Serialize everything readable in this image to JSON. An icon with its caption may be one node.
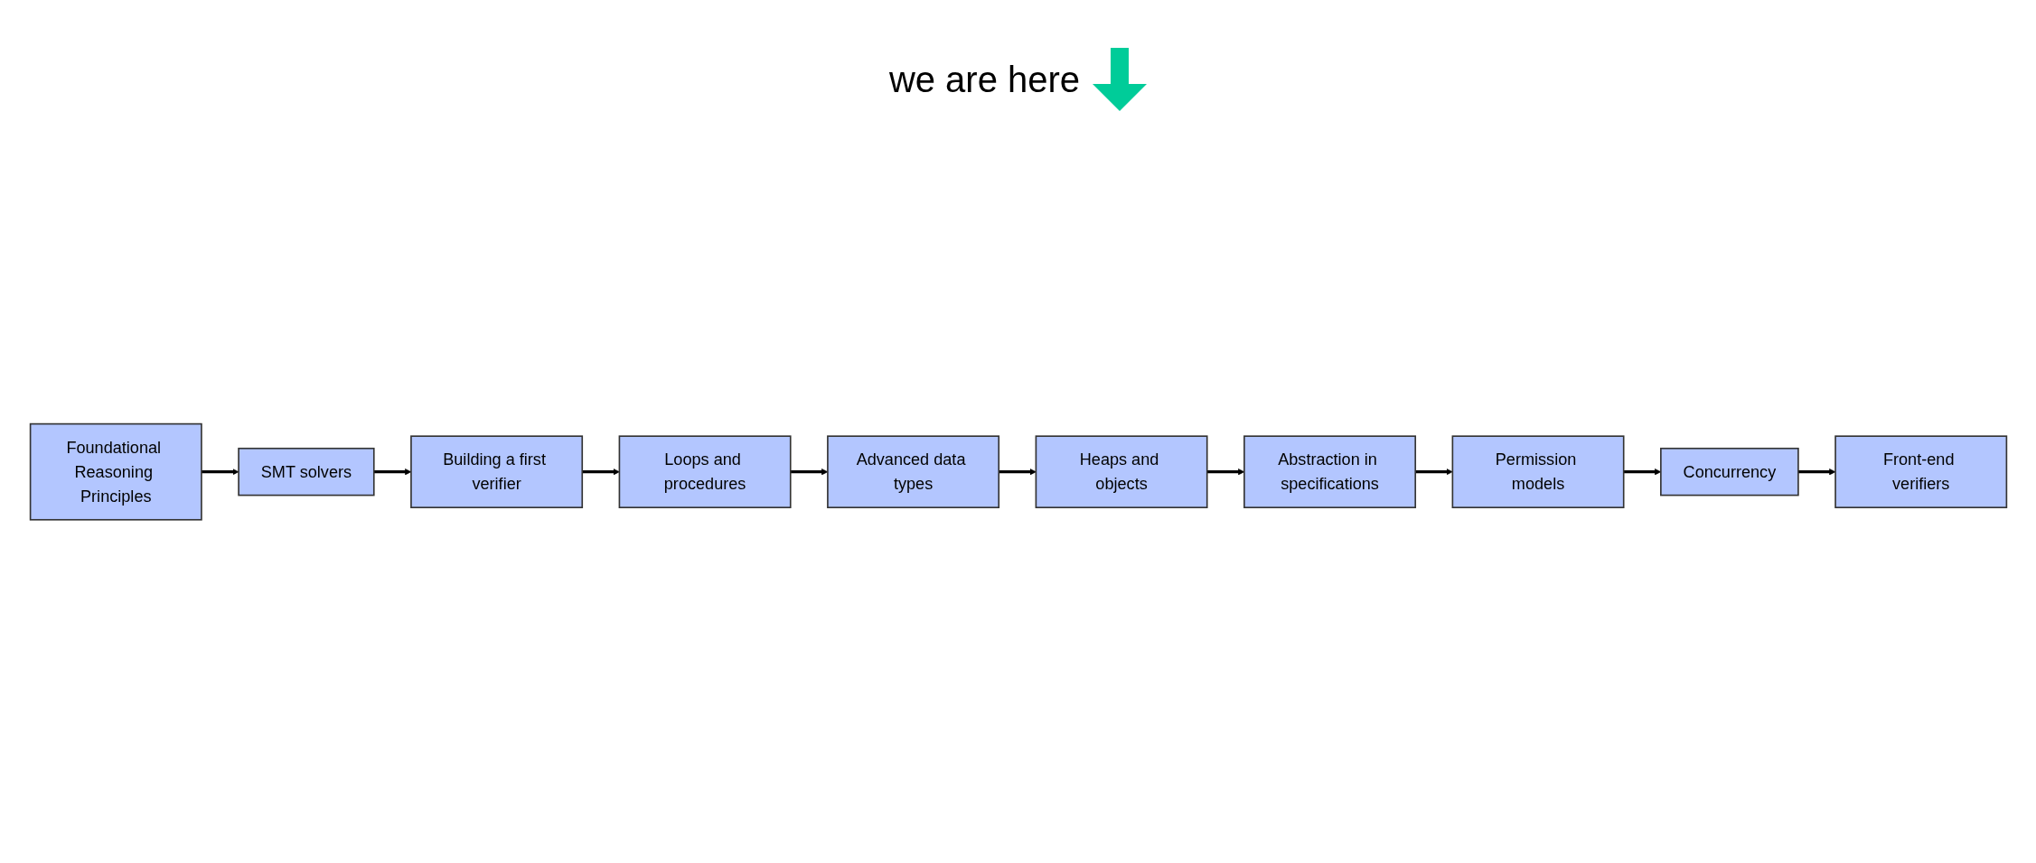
{
  "diagram": {
    "nodes": [
      {
        "text": [
          "Foundational Reasoning Principles"
        ]
      },
      {
        "text": [
          "SMT solvers"
        ]
      },
      {
        "text": [
          "Building a first verifier"
        ]
      },
      {
        "text": [
          "Loops and procedures"
        ]
      },
      {
        "text": [
          "Advanced data types"
        ]
      },
      {
        "text": [
          "Heaps and objects"
        ]
      },
      {
        "text": [
          "Abstraction in specifications"
        ]
      },
      {
        "text": [
          "Permission models"
        ]
      },
      {
        "text": [
          "Concurrency"
        ]
      },
      {
        "text": [
          "Front-end verifiers"
        ]
      }
    ],
    "edges": [
      {
        "from": 0,
        "to": 1,
        "arrow": "to"
      },
      {
        "from": 1,
        "to": 2,
        "arrow": "to"
      },
      {
        "from": 2,
        "to": 3,
        "arrow": "to"
      },
      {
        "from": 3,
        "to": 4,
        "arrow": "to"
      },
      {
        "from": 4,
        "to": 5,
        "arrow": "to"
      },
      {
        "from": 5,
        "to": 6,
        "arrow": "to"
      },
      {
        "from": 6,
        "to": 7,
        "arrow": "to"
      },
      {
        "from": 7,
        "to": 8,
        "arrow": "to"
      },
      {
        "from": 8,
        "to": 9,
        "arrow": "to"
      }
    ],
    "labels": [
      "we are here"
    ]
  }
}
